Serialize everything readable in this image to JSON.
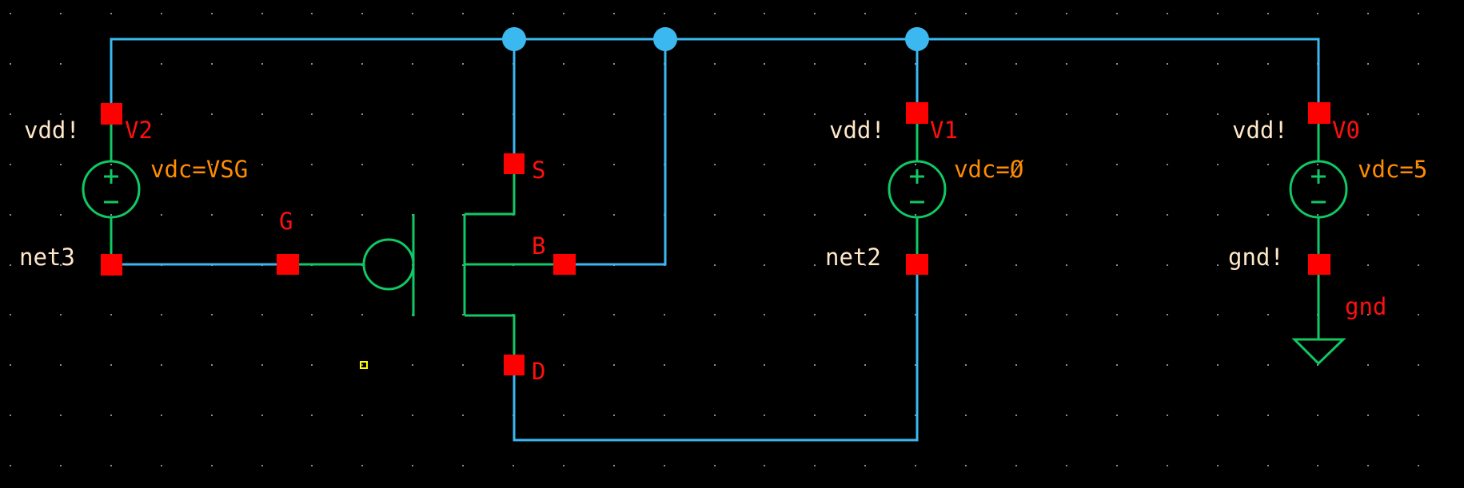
{
  "app": {
    "view": "schematic-editor"
  },
  "colors": {
    "background": "#000000",
    "wire": "#3cb8f0",
    "symbol": "#10c864",
    "pin": "#ff0000",
    "net_label": "#ffe8c8",
    "instance_label": "#ff1010",
    "parameter_label": "#ff8c00",
    "grid": "#8a8aa8",
    "selection_cursor": "#ffff00"
  },
  "sources": [
    {
      "id": "V2",
      "instance": "V2",
      "param": "vdc=VSG",
      "top_net": "vdd!",
      "bottom_net": "net3"
    },
    {
      "id": "V1",
      "instance": "V1",
      "param": "vdc=Ø",
      "top_net": "vdd!",
      "bottom_net": "net2"
    },
    {
      "id": "V0",
      "instance": "V0",
      "param": "vdc=5",
      "top_net": "vdd!",
      "bottom_net": "gnd!"
    }
  ],
  "transistor": {
    "type": "pmos",
    "pins": {
      "gate": "G",
      "source": "S",
      "body": "B",
      "drain": "D"
    }
  },
  "ground": {
    "label": "gnd"
  },
  "nets": [
    "vdd!",
    "net3",
    "net2",
    "gnd!"
  ]
}
